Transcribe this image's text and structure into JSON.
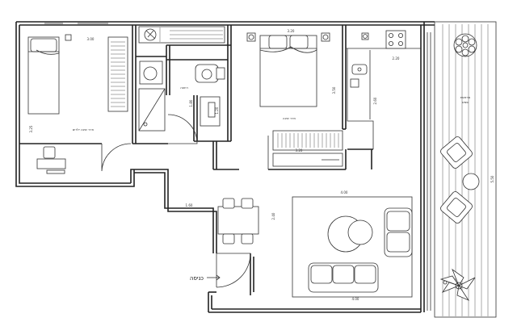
{
  "plan": {
    "room_labels": {
      "bedroom_children": "חדר שינה ילדים",
      "bathroom": "רחצה",
      "master_bedroom": "חדר שינה",
      "balcony": "מרפסת",
      "balcony_sub": "שמש"
    },
    "dimensions": {
      "bedroom_top": "3.00",
      "bedroom_side": "3.25",
      "bath_side": "1.80",
      "master_top": "3.20",
      "master_side": "3.50",
      "kitchen_top": "2.20",
      "kitchen_side": "2.60",
      "bathroom_lower": "1.20",
      "master_bottom": "3.20",
      "living_bottom": "4.00",
      "living_top": "4.00",
      "dining_side": "2.40",
      "entry_corridor": "1.60",
      "balcony_side": "5.50"
    },
    "entrance_label": "כניסה"
  }
}
